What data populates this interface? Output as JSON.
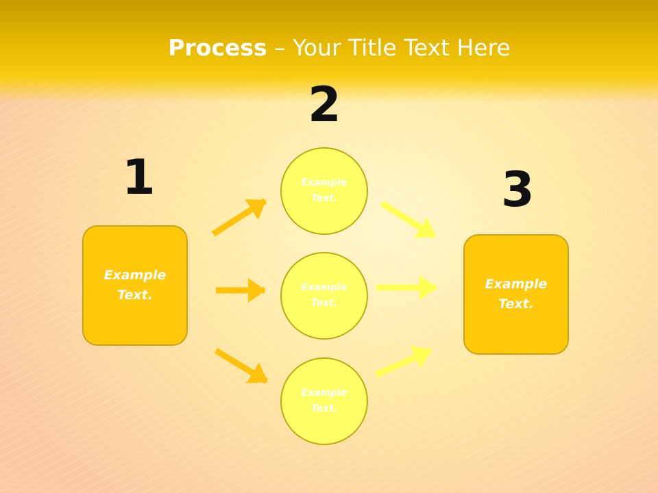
{
  "title": {
    "bold": "Process",
    "rest": " – Your Title Text Here"
  },
  "numbers": {
    "one": "1",
    "two": "2",
    "three": "3"
  },
  "left_box": {
    "line1": "Example",
    "line2": "Text."
  },
  "circles": [
    {
      "line1": "Example",
      "line2": "Text."
    },
    {
      "line1": "Example",
      "line2": "Text."
    },
    {
      "line1": "Example",
      "line2": "Text."
    }
  ],
  "right_box": {
    "line1": "Example",
    "line2": "Text."
  },
  "colors": {
    "box_fill": "#ffc90b",
    "circle_fill": "#ffff66",
    "left_arrows": "#ffc20e",
    "right_arrows": "#ffff55"
  }
}
